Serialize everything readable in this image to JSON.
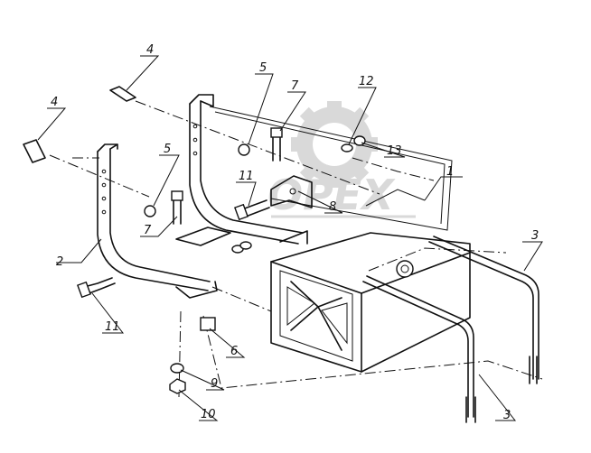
{
  "watermark": {
    "text": "OPEX"
  },
  "callouts": [
    {
      "id": "c1",
      "label": "1"
    },
    {
      "id": "c2",
      "label": "2"
    },
    {
      "id": "c3a",
      "label": "3"
    },
    {
      "id": "c3b",
      "label": "3"
    },
    {
      "id": "c4a",
      "label": "4"
    },
    {
      "id": "c4b",
      "label": "4"
    },
    {
      "id": "c5a",
      "label": "5"
    },
    {
      "id": "c5b",
      "label": "5"
    },
    {
      "id": "c6",
      "label": "6"
    },
    {
      "id": "c7a",
      "label": "7"
    },
    {
      "id": "c7b",
      "label": "7"
    },
    {
      "id": "c8",
      "label": "8"
    },
    {
      "id": "c9",
      "label": "9"
    },
    {
      "id": "c10",
      "label": "10"
    },
    {
      "id": "c11a",
      "label": "11"
    },
    {
      "id": "c11b",
      "label": "11"
    },
    {
      "id": "c12",
      "label": "12"
    },
    {
      "id": "c13",
      "label": "13"
    }
  ]
}
